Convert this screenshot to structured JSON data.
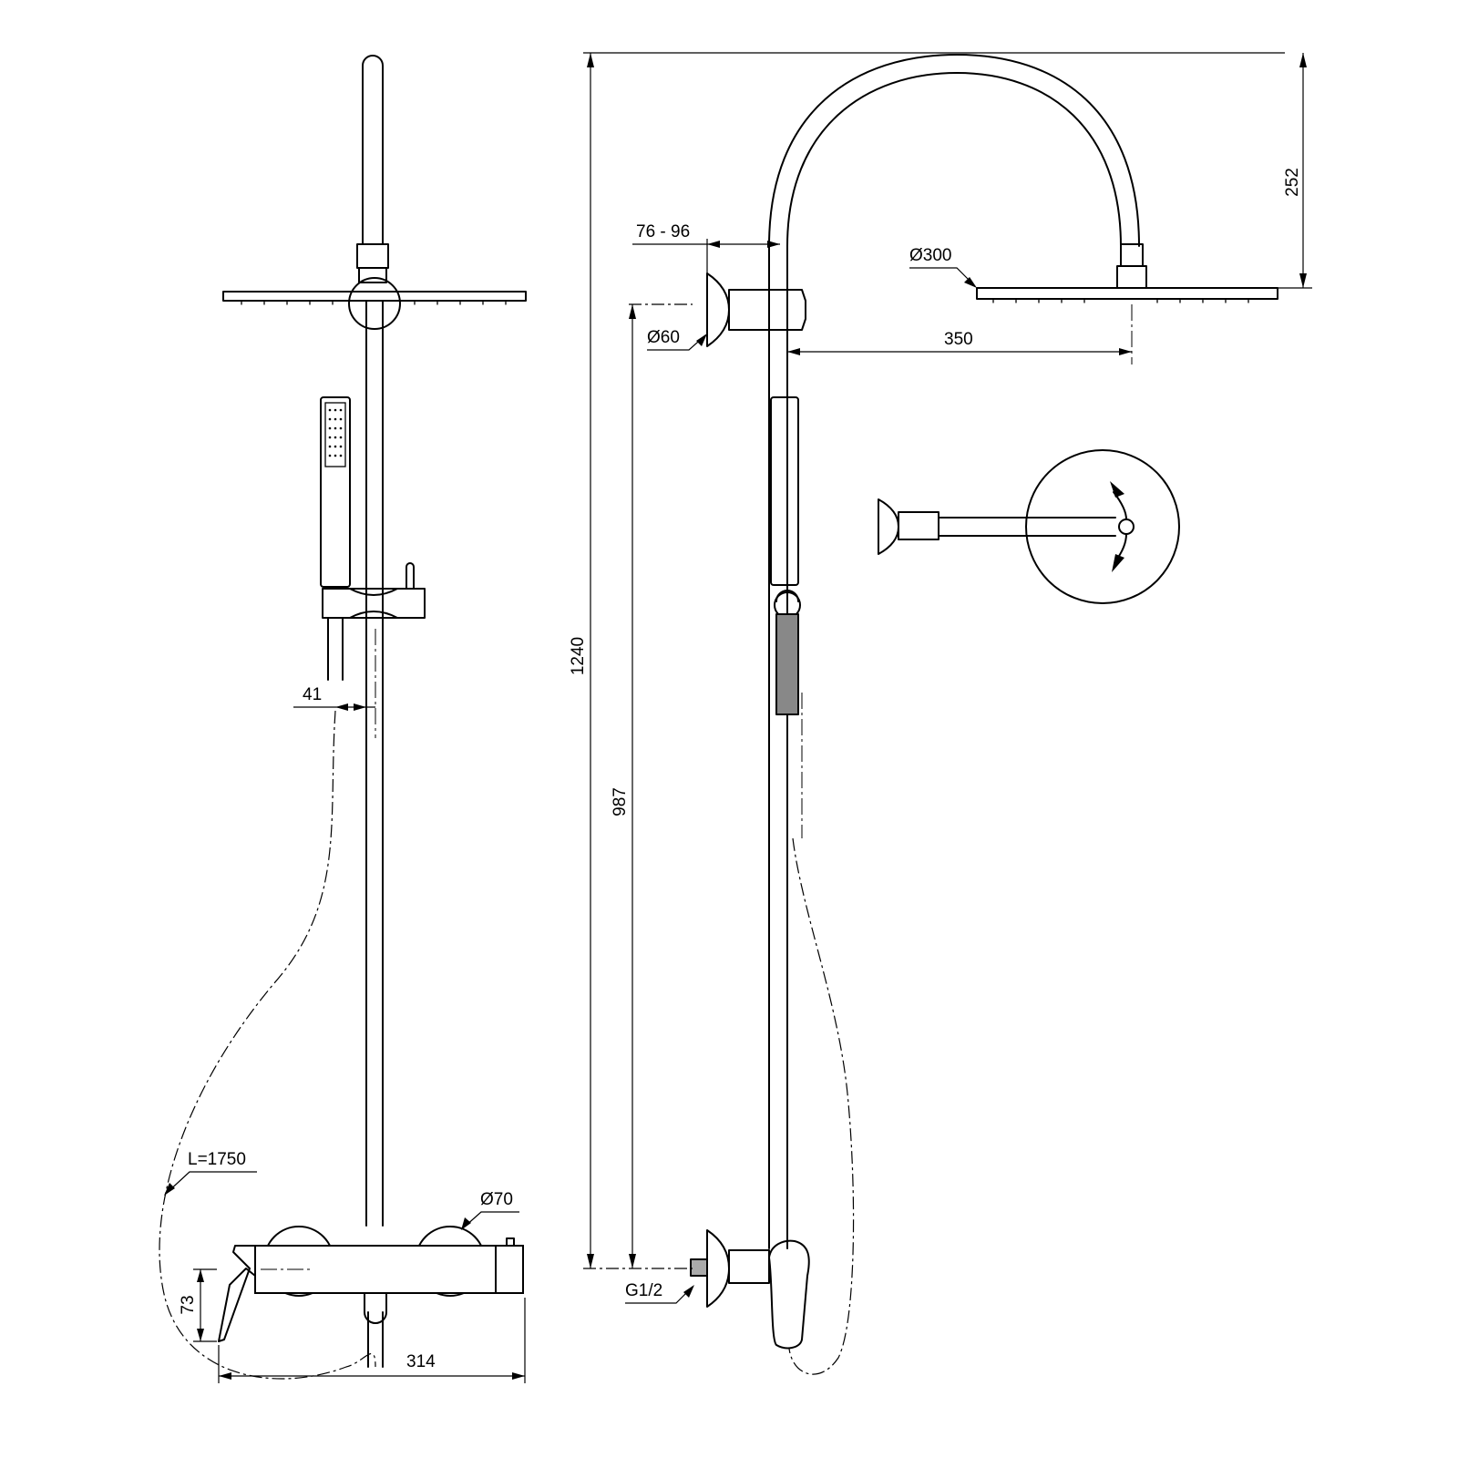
{
  "dimensions": {
    "arm_projection": "76 - 96",
    "rain_head_diameter": "Ø300",
    "arm_drop": "252",
    "total_height": "1240",
    "bracket_flange_diameter": "Ø60",
    "head_offset": "350",
    "bracket_height": "987",
    "inlet_thread": "G1/2",
    "hand_shower_offset": "41",
    "hose_length": "L=1750",
    "valve_flange_diameter": "Ø70",
    "valve_height": "73",
    "valve_width": "314"
  }
}
